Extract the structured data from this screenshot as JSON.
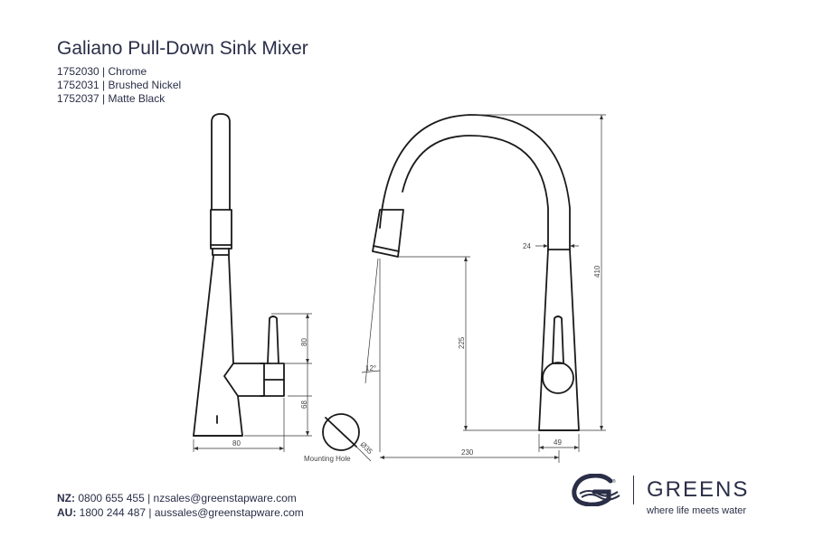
{
  "title": "Galiano Pull-Down Sink Mixer",
  "variants": [
    {
      "code": "1752030",
      "finish": "Chrome"
    },
    {
      "code": "1752031",
      "finish": "Brushed Nickel"
    },
    {
      "code": "1752037",
      "finish": "Matte Black"
    }
  ],
  "dimensions": {
    "side_lever_height": "80",
    "side_base_height": "68",
    "side_base_depth": "80",
    "mounting_hole_diameter": "Ø35",
    "mounting_hole_label": "Mounting Hole",
    "spray_angle": "12°",
    "spout_height": "225",
    "total_height": "410",
    "spout_diameter": "24",
    "reach": "230",
    "base_diameter": "49"
  },
  "contact": [
    {
      "region": "NZ:",
      "phone": "0800 655 455",
      "email": "nzsales@greenstapware.com"
    },
    {
      "region": "AU:",
      "phone": "1800 244 487",
      "email": "aussales@greenstapware.com"
    }
  ],
  "brand": {
    "name": "GREENS",
    "tagline": "where life meets water",
    "color": "#2a2e47"
  }
}
